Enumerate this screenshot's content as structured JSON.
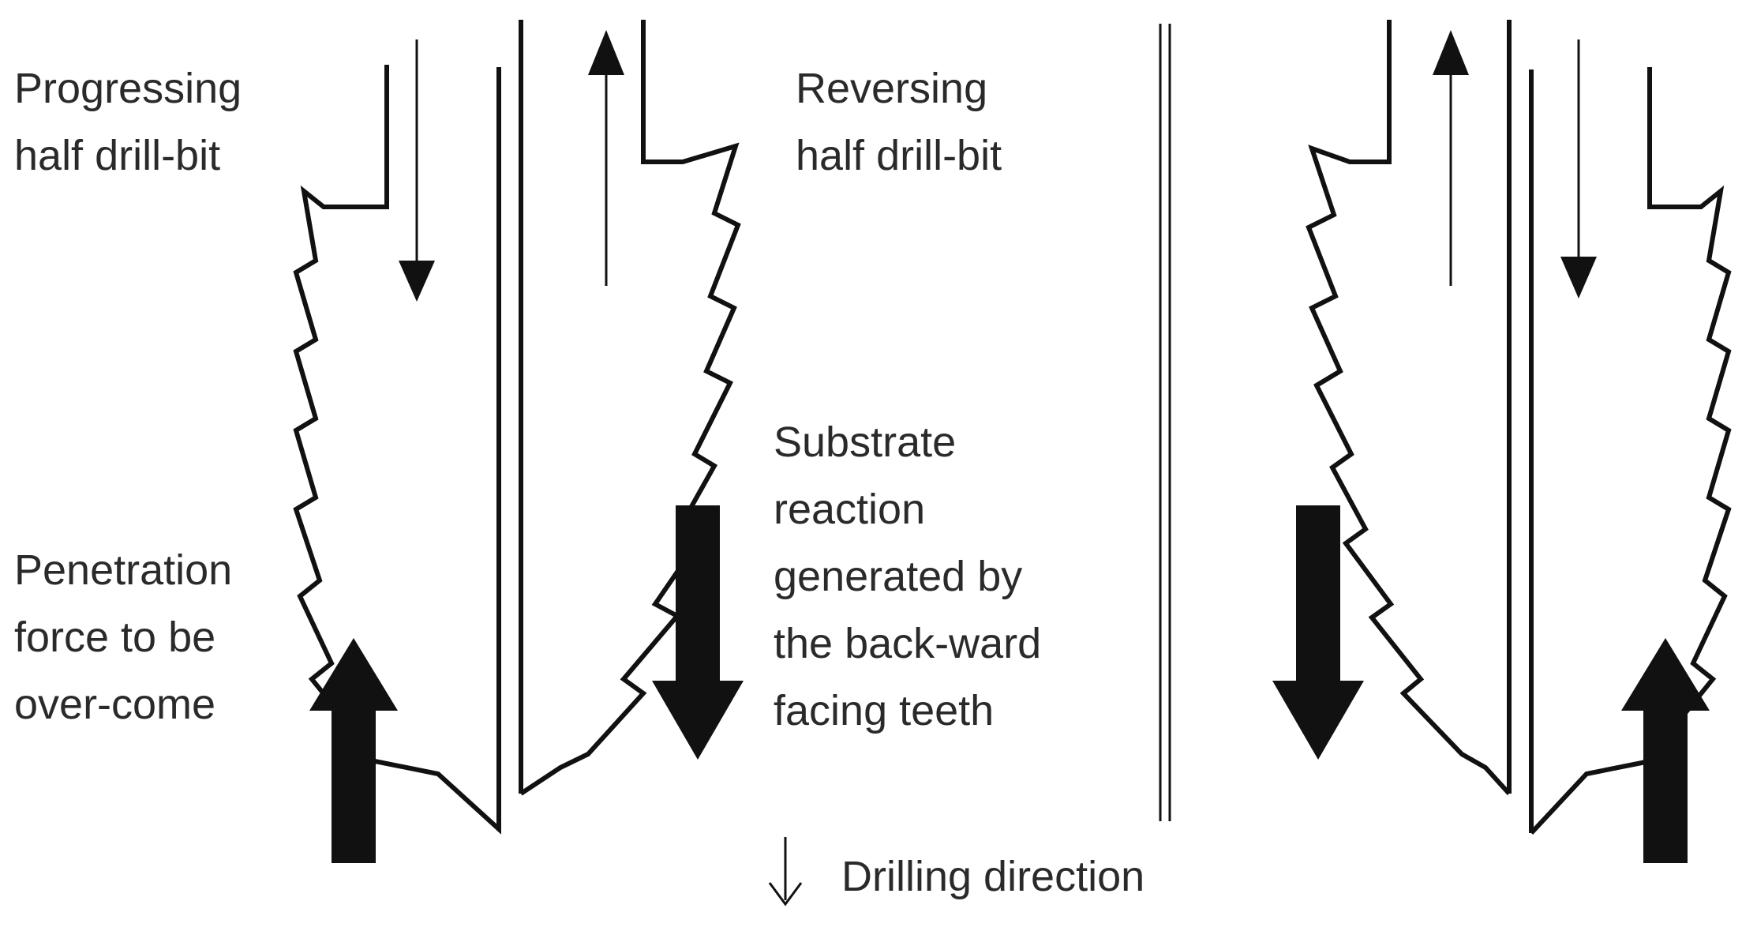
{
  "labels": {
    "progressing_l1": "Progressing",
    "progressing_l2": "half drill-bit",
    "reversing_l1": "Reversing",
    "reversing_l2": "half drill-bit",
    "substrate_l1": "Substrate",
    "substrate_l2": "reaction",
    "substrate_l3": "generated by",
    "substrate_l4": "the back-ward",
    "substrate_l5": "facing teeth",
    "penetration_l1": "Penetration",
    "penetration_l2": "force to be",
    "penetration_l3": "over-come",
    "drilling_direction": "Drilling direction"
  },
  "colors": {
    "stroke": "#111111",
    "text": "#2a2a2a",
    "background": "#ffffff"
  }
}
